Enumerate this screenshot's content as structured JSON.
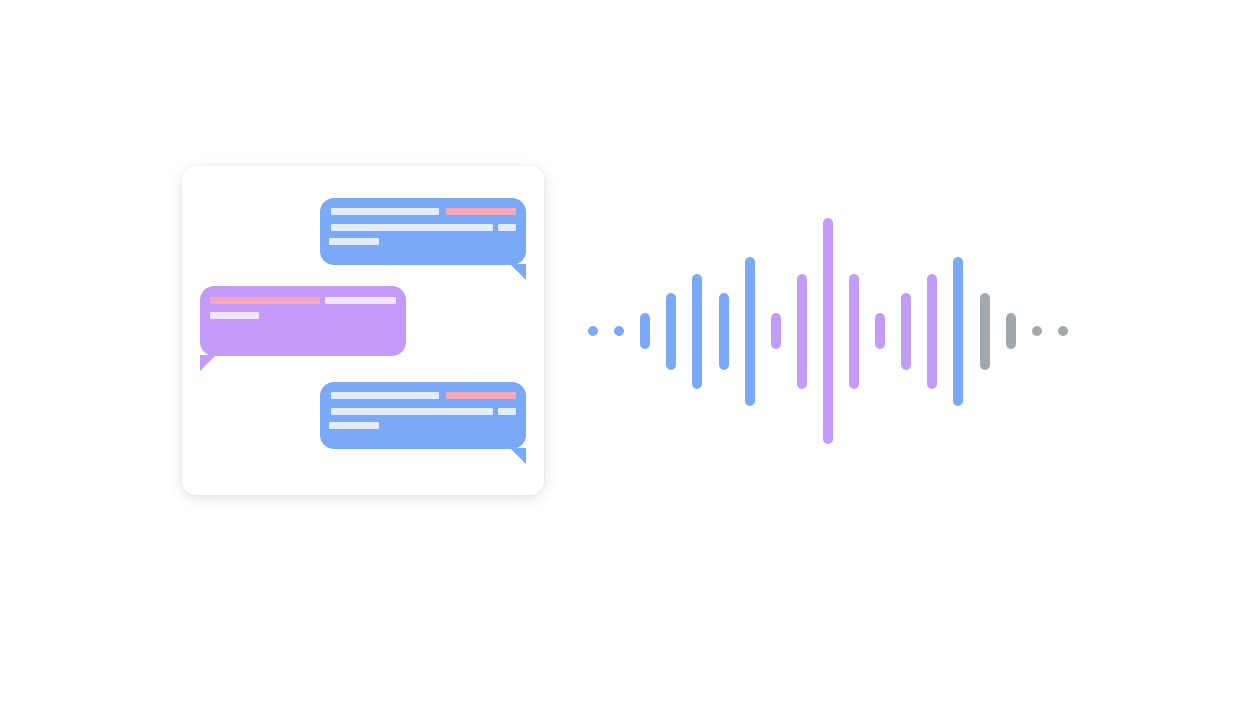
{
  "illustration": {
    "colors": {
      "blue": "#7aa9f7",
      "purple": "#c49bf9",
      "gray": "#a2a9ae",
      "line_light": "#e4ecff",
      "line_pink": "#f5a9b8"
    },
    "chat_card": {
      "messages": [
        {
          "role": "outgoing",
          "color": "blue"
        },
        {
          "role": "incoming",
          "color": "purple"
        },
        {
          "role": "outgoing",
          "color": "blue"
        }
      ]
    },
    "waveform": {
      "bars": [
        {
          "type": "dot",
          "color": "blue",
          "level": 0.04
        },
        {
          "type": "dot",
          "color": "blue",
          "level": 0.04
        },
        {
          "type": "bar",
          "color": "blue",
          "level": 0.16
        },
        {
          "type": "bar",
          "color": "blue",
          "level": 0.34
        },
        {
          "type": "bar",
          "color": "blue",
          "level": 0.51
        },
        {
          "type": "bar",
          "color": "blue",
          "level": 0.34
        },
        {
          "type": "bar",
          "color": "blue",
          "level": 0.66
        },
        {
          "type": "bar",
          "color": "purple",
          "level": 0.16
        },
        {
          "type": "bar",
          "color": "purple",
          "level": 0.51
        },
        {
          "type": "bar",
          "color": "purple",
          "level": 1.0
        },
        {
          "type": "bar",
          "color": "purple",
          "level": 0.51
        },
        {
          "type": "bar",
          "color": "purple",
          "level": 0.16
        },
        {
          "type": "bar",
          "color": "purple",
          "level": 0.34
        },
        {
          "type": "bar",
          "color": "purple",
          "level": 0.51
        },
        {
          "type": "bar",
          "color": "blue",
          "level": 0.66
        },
        {
          "type": "bar",
          "color": "gray",
          "level": 0.34
        },
        {
          "type": "bar",
          "color": "gray",
          "level": 0.16
        },
        {
          "type": "dot",
          "color": "gray",
          "level": 0.04
        },
        {
          "type": "dot",
          "color": "gray",
          "level": 0.04
        }
      ]
    }
  }
}
